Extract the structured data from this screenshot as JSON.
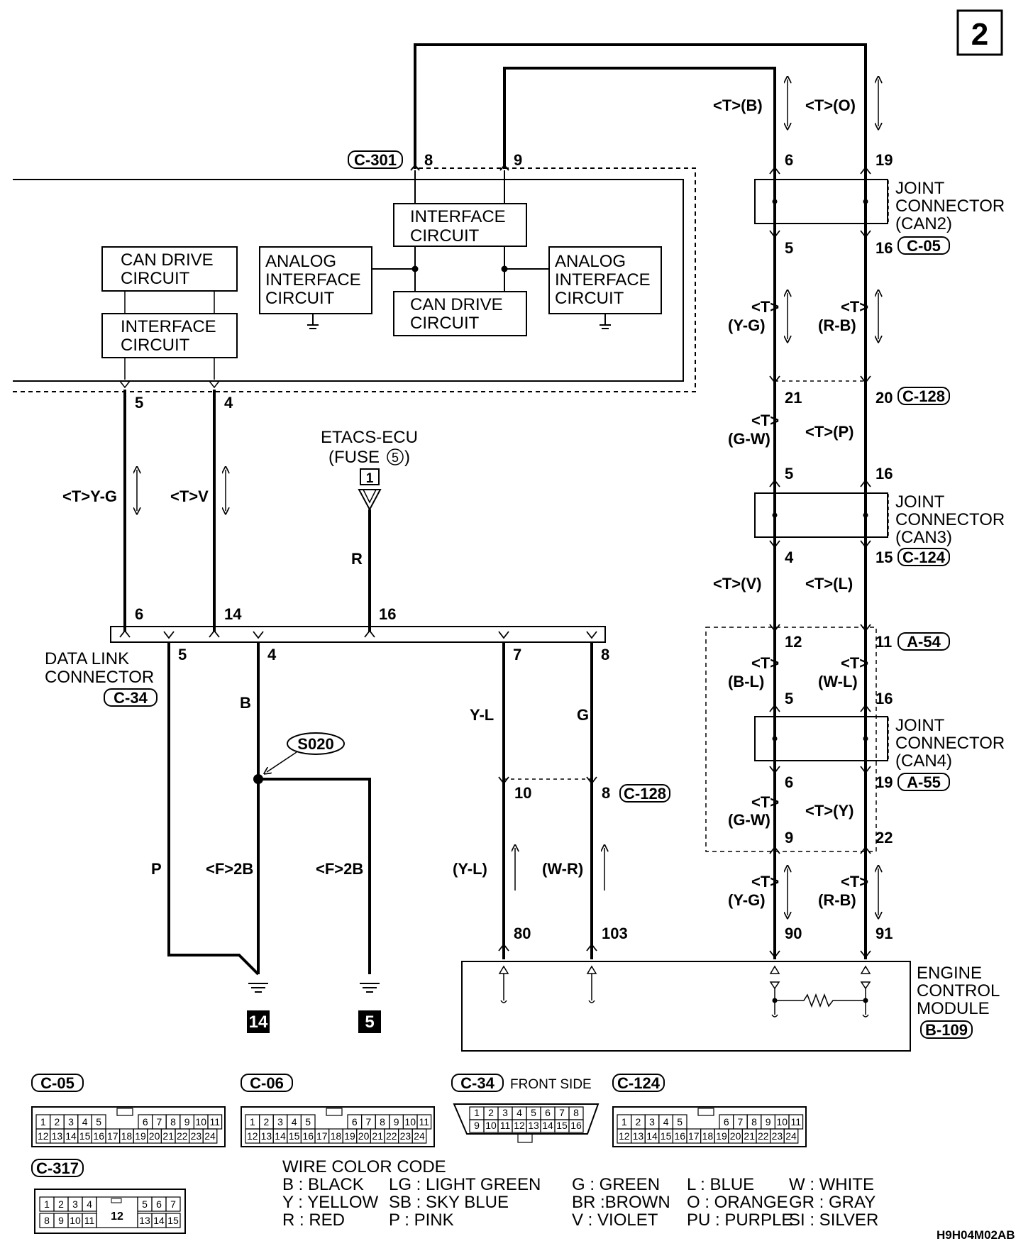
{
  "page_number": "2",
  "diagram_id": "H9H04M02AB",
  "connectors": {
    "c301": "C-301",
    "c05": "C-05",
    "c128": "C-128",
    "c124": "C-124",
    "a54": "A-54",
    "a55": "A-55",
    "c34": "C-34",
    "b109": "B-109",
    "c06": "C-06",
    "c317": "C-317",
    "s020": "S020"
  },
  "blocks": {
    "interface_circuit": [
      "INTERFACE",
      "CIRCUIT"
    ],
    "can_drive_circuit": [
      "CAN DRIVE",
      "CIRCUIT"
    ],
    "analog_interface_circuit": [
      "ANALOG",
      "INTERFACE",
      "CIRCUIT"
    ],
    "joint_can2": [
      "JOINT",
      "CONNECTOR",
      "(CAN2)"
    ],
    "joint_can3": [
      "JOINT",
      "CONNECTOR",
      "(CAN3)"
    ],
    "joint_can4": [
      "JOINT",
      "CONNECTOR",
      "(CAN4)"
    ],
    "data_link_connector": [
      "DATA LINK",
      "CONNECTOR"
    ],
    "engine_control_module": [
      "ENGINE",
      "CONTROL",
      "MODULE"
    ],
    "etacs": [
      "ETACS-ECU",
      "(FUSE",
      ")"
    ],
    "fuse_number": "5",
    "fuse_box": "1"
  },
  "wire_labels": {
    "t_b": "<T>(B)",
    "t_o": "<T>(O)",
    "t": "<T>",
    "yg_p": "(Y-G)",
    "rb_p": "(R-B)",
    "gw_p": "(G-W)",
    "t_p": "<T>(P)",
    "t_v": "<T>(V)",
    "t_l": "<T>(L)",
    "bl_p": "(B-L)",
    "wl_p": "(W-L)",
    "t_y": "<T>(Y)",
    "t_yg": "<T>Y-G",
    "t_v2": "<T>V",
    "r": "R",
    "b": "B",
    "p": "P",
    "f2b": "<F>2B",
    "yl": "Y-L",
    "g": "G",
    "yl_p": "(Y-L)",
    "wr_p": "(W-R)"
  },
  "pins": {
    "p8": "8",
    "p9": "9",
    "p6": "6",
    "p19": "19",
    "p5": "5",
    "p16": "16",
    "p21": "21",
    "p20": "20",
    "p4": "4",
    "p15": "15",
    "p12": "12",
    "p11": "11",
    "p22": "22",
    "p90": "90",
    "p91": "91",
    "p14": "14",
    "p7": "7",
    "p10": "10",
    "p80": "80",
    "p103": "103"
  },
  "grounds": {
    "g14": "14",
    "g5": "5"
  },
  "front_side": "FRONT SIDE",
  "c34_pins": {
    "top": [
      "1",
      "2",
      "3",
      "4",
      "5",
      "6",
      "7",
      "8"
    ],
    "bottom": [
      "9",
      "10",
      "11",
      "12",
      "13",
      "14",
      "15",
      "16"
    ]
  },
  "c05_pins": {
    "top_left": [
      "1",
      "2",
      "3",
      "4",
      "5"
    ],
    "top_right": [
      "6",
      "7",
      "8",
      "9",
      "10",
      "11"
    ],
    "bottom": [
      "12",
      "13",
      "14",
      "15",
      "16",
      "17",
      "18",
      "19",
      "20",
      "21",
      "22",
      "23",
      "24"
    ]
  },
  "c317_pins": {
    "top_left": [
      "1",
      "2",
      "3",
      "4"
    ],
    "top_right": [
      "5",
      "6",
      "7"
    ],
    "bottom_left": [
      "8",
      "9",
      "10",
      "11"
    ],
    "middle": "12",
    "bottom_right": [
      "13",
      "14",
      "15"
    ]
  },
  "wire_color_code": {
    "title": "WIRE COLOR CODE",
    "rows": [
      [
        "B : BLACK",
        "LG : LIGHT GREEN",
        "G : GREEN",
        "L : BLUE",
        "W : WHITE"
      ],
      [
        "Y : YELLOW",
        "SB : SKY BLUE",
        "BR :BROWN",
        "O : ORANGE",
        "GR : GRAY"
      ],
      [
        "R : RED",
        "P : PINK",
        "V : VIOLET",
        "PU : PURPLE",
        "SI : SILVER"
      ]
    ]
  }
}
